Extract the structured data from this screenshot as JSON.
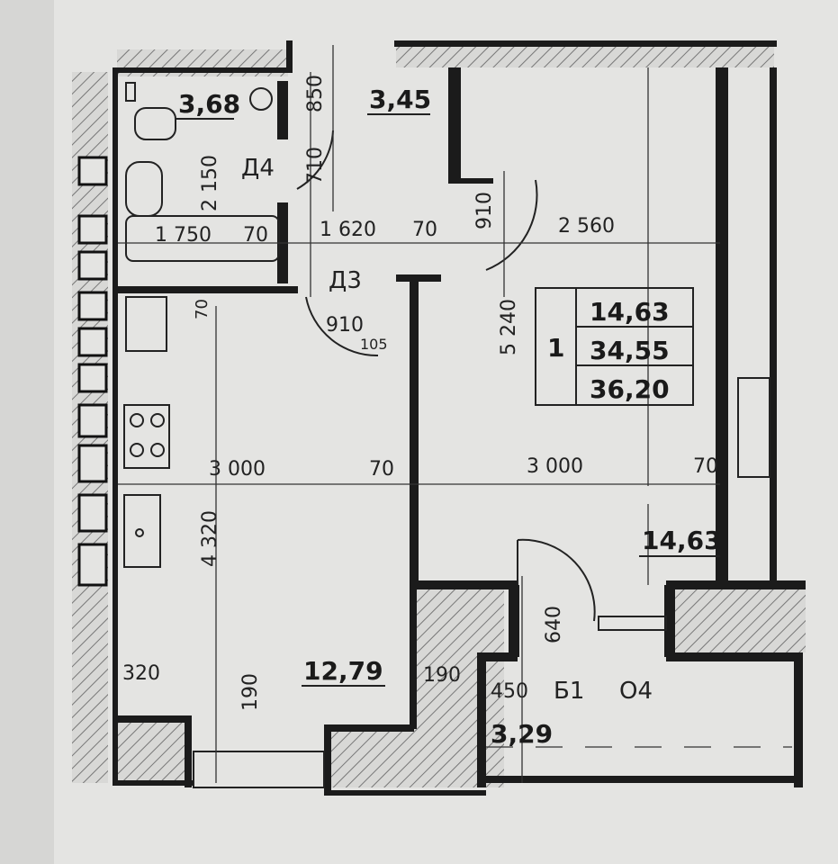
{
  "rooms": {
    "bathroom": {
      "area": "3,68",
      "door": "Д4"
    },
    "hall": {
      "area": "3,45",
      "door": "Д3"
    },
    "room": {
      "area": "14,63"
    },
    "kitchen": {
      "area": "12,79"
    },
    "balcony": {
      "area": "3,29",
      "code": "Б1",
      "window": "О4"
    }
  },
  "summary_table": {
    "rooms_count": "1",
    "living_area": "14,63",
    "total_area": "34,55",
    "total_with_balcony": "36,20"
  },
  "dimensions": {
    "d850": "850",
    "d710": "710",
    "d2150": "2 150",
    "d1750": "1 750",
    "d70a": "70",
    "d1620": "1 620",
    "d70b": "70",
    "d910a": "910",
    "d2560": "2 560",
    "d910b": "910",
    "d70c": "70",
    "d105": "105",
    "d5240": "5 240",
    "d3000a": "3 000",
    "d70d": "70",
    "d3000b": "3 000",
    "d70e": "70",
    "d4320": "4 320",
    "d640": "640",
    "d320": "320",
    "d190a": "190",
    "d190b": "190",
    "d450": "450"
  }
}
